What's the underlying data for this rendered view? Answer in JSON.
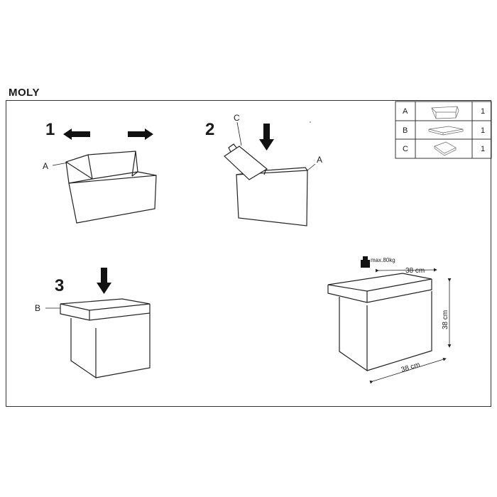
{
  "title": "MOLY",
  "steps": [
    "1",
    "2",
    "3"
  ],
  "callouts": {
    "a": "A",
    "b": "B",
    "c": "C"
  },
  "parts": [
    {
      "label": "A",
      "qty": "1"
    },
    {
      "label": "B",
      "qty": "1"
    },
    {
      "label": "C",
      "qty": "1"
    }
  ],
  "max_load": "max.80kg",
  "dimensions": {
    "width": "38 cm",
    "height": "38 cm",
    "depth": "38 cm"
  }
}
